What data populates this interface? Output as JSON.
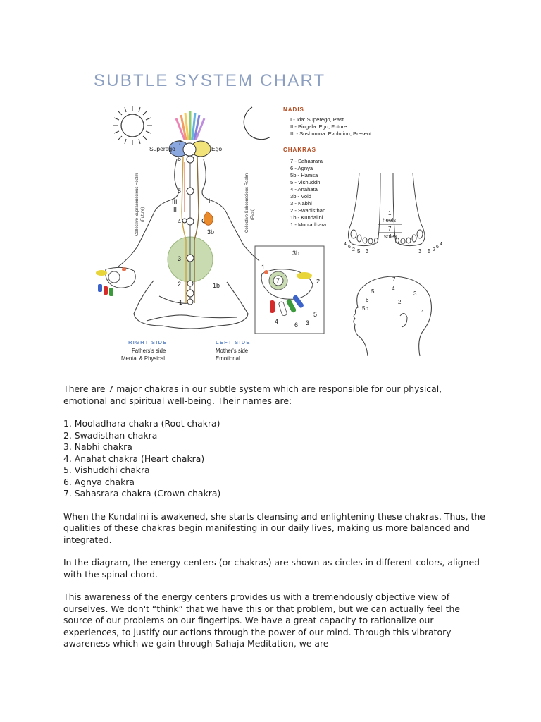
{
  "chart": {
    "title": "SUBTLE SYSTEM CHART",
    "labels": {
      "superego": "Superego",
      "ego": "Ego",
      "realm_left": "Collective Supraconscious Realm",
      "realm_left_sub": "(Future)",
      "realm_right": "Collective Subconscious Realm",
      "realm_right_sub": "(Past)",
      "n7": "7",
      "n6": "6",
      "n5": "5",
      "n4": "4",
      "n3b": "3b",
      "n3": "3",
      "n2": "2",
      "n1b": "1b",
      "n1": "1",
      "nI": "I",
      "nII": "II",
      "nIII": "III"
    },
    "hand": {
      "n3b": "3b",
      "n1": "1",
      "n7": "7",
      "n2": "2",
      "n5": "5",
      "n4": "4",
      "n6": "6",
      "n3": "3"
    },
    "feet": {
      "one": "1",
      "heels": "heels",
      "seven": "7",
      "soles": "soles",
      "left_a": "4",
      "left_b": "6",
      "left_c": "2",
      "left_d": "5",
      "left_e": "3",
      "right_a": "3",
      "right_b": "5",
      "right_c": "2",
      "right_d": "6",
      "right_e": "4"
    },
    "head": {
      "n7": "7",
      "n4": "4",
      "n5": "5",
      "n3": "3",
      "n6": "6",
      "n2": "2",
      "n5b": "5b",
      "n1": "1"
    },
    "legend": {
      "nadis_title": "NADIS",
      "nadis": [
        "I - Ida: Superego, Past",
        "II - Pingala: Ego, Future",
        "III - Sushumna: Evolution, Present"
      ],
      "chakras_title": "CHAKRAS",
      "chakras": [
        "7 - Sahasrara",
        "6 - Agnya",
        "5b - Hamsa",
        "5 - Vishuddhi",
        "4 - Anahata",
        "3b - Void",
        "3 - Nabhi",
        "2 - Swadisthan",
        "1b - Kundalini",
        "1 - Mooladhara"
      ]
    },
    "sides": {
      "right_title": "RIGHT SIDE",
      "right_l1": "Fathers's side",
      "right_l2": "Mental & Physical",
      "left_title": "LEFT SIDE",
      "left_l1": "Mother's side",
      "left_l2": "Emotional"
    },
    "colors": {
      "title": "#8c9fc1",
      "section_heading": "#b44a1e",
      "side_heading": "#6b8fc7",
      "void_fill": "#c9dcb1",
      "spine_line": "#c9a24a",
      "hand_yellow": "#e8d53a",
      "hand_red": "#d62b2b",
      "hand_green": "#3c9a3c",
      "hand_blue": "#3b63c9"
    }
  },
  "text": {
    "intro": "There are 7 major chakras in our subtle system which are responsible for our physical, emotional and spiritual well-being. Their names are:",
    "chakra_list": [
      "1. Mooladhara chakra (Root chakra)",
      "2. Swadisthan chakra",
      "3. Nabhi chakra",
      "4. Anahat chakra (Heart chakra)",
      "5. Vishuddhi chakra",
      "6. Agnya chakra",
      "7. Sahasrara chakra (Crown chakra)"
    ],
    "para1": "When the Kundalini is awakened, she starts cleansing and enlightening these chakras. Thus, the qualities of these chakras begin manifesting in our daily lives, making us more balanced and integrated.",
    "para2": "In the diagram, the energy centers (or chakras) are shown as circles in different colors, aligned with the spinal chord.",
    "para3": "This awareness of the energy centers provides us with a tremendously objective view of ourselves. We don't “think” that we have this or that problem, but we can actually feel the source of our problems on our fingertips. We have a great capacity to rationalize our experiences, to justify our actions through the power of our mind. Through this vibratory awareness which we gain through Sahaja Meditation, we are"
  }
}
